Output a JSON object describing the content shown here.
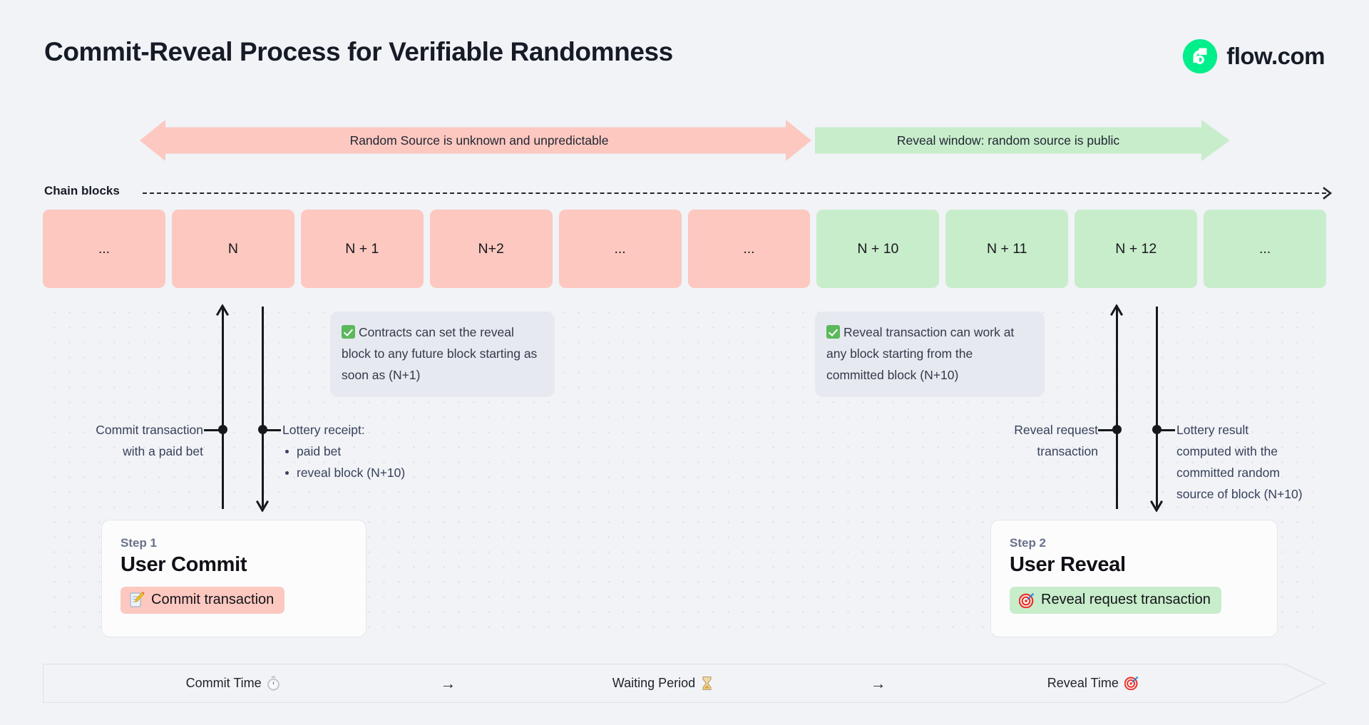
{
  "header": {
    "title": "Commit-Reveal Process for Verifiable Randomness",
    "brand_name": "flow.com",
    "brand_icon": "flow-logo-icon",
    "brand_color": "#00ef8b"
  },
  "phases": [
    {
      "id": "unknown",
      "label": "Random Source is unknown and unpredictable",
      "color": "#fcc8c0",
      "direction": "double"
    },
    {
      "id": "reveal",
      "label": "Reveal window: random source is public",
      "color": "#c8edcb",
      "direction": "right"
    }
  ],
  "chain": {
    "label": "Chain blocks",
    "line_icon": "dotted-arrow-right-icon",
    "blocks": [
      {
        "label": "...",
        "state": "pre"
      },
      {
        "label": "N",
        "state": "pre"
      },
      {
        "label": "N + 1",
        "state": "pre"
      },
      {
        "label": "N+2",
        "state": "pre"
      },
      {
        "label": "...",
        "state": "pre"
      },
      {
        "label": "...",
        "state": "pre"
      },
      {
        "label": "N + 10",
        "state": "reveal"
      },
      {
        "label": "N + 11",
        "state": "reveal"
      },
      {
        "label": "N + 12",
        "state": "reveal"
      },
      {
        "label": "...",
        "state": "reveal"
      }
    ],
    "colors": {
      "pre": "#fcc8c0",
      "reveal": "#c8edcb"
    }
  },
  "annotations": [
    {
      "id": "commit-note",
      "icon": "check-mark-icon",
      "text": "Contracts can set the reveal block to any future block starting as soon as (N+1)"
    },
    {
      "id": "reveal-note",
      "icon": "check-mark-icon",
      "text": "Reveal transaction can work at any block starting from the committed block (N+10)"
    }
  ],
  "events": {
    "commit_tx": {
      "line1": "Commit transaction",
      "line2": "with a paid bet"
    },
    "lottery_receipt": {
      "title": "Lottery receipt:",
      "bullets": [
        "paid bet",
        "reveal block (N+10)"
      ]
    },
    "reveal_request": {
      "line1": "Reveal request",
      "line2": "transaction"
    },
    "lottery_result": {
      "lines": [
        "Lottery result",
        "computed with the",
        "committed random",
        "source of block (N+10)"
      ]
    }
  },
  "steps": [
    {
      "kicker": "Step 1",
      "title": "User Commit",
      "pill_label": "Commit transaction",
      "pill_icon": "memo-pencil-icon",
      "pill_color": "#fcc8c0"
    },
    {
      "kicker": "Step 2",
      "title": "User Reveal",
      "pill_label": "Reveal request transaction",
      "pill_icon": "dart-target-icon",
      "pill_color": "#c8edcb"
    }
  ],
  "timeline": {
    "cells": [
      {
        "label": "Commit Time",
        "icon": "stopwatch-icon"
      },
      {
        "label": "Waiting Period",
        "icon": "hourglass-icon"
      },
      {
        "label": "Reveal Time",
        "icon": "dart-target-icon"
      }
    ],
    "separator": "→",
    "separator_icon": "arrow-right-icon"
  }
}
